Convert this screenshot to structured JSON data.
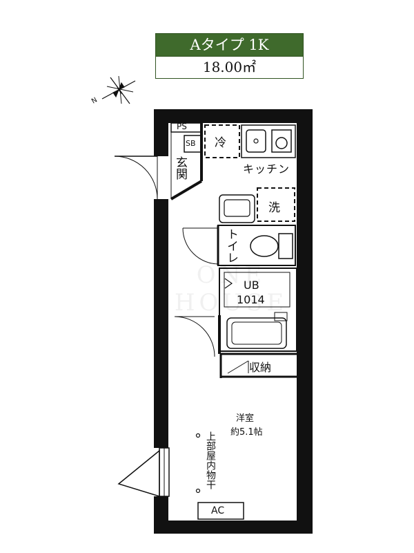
{
  "header": {
    "type_label": "Aタイプ 1K",
    "area": "18.00㎡"
  },
  "compass": {
    "north_label": "N"
  },
  "labels": {
    "ps": "PS",
    "sb": "SB",
    "refrigerator": "冷",
    "kitchen": "キッチン",
    "entrance": "玄関",
    "washer": "洗",
    "toilet": "トイレ",
    "ub_line1": "UB",
    "ub_line2": "1014",
    "storage": "収納",
    "room_name": "洋室",
    "room_size": "約5.1帖",
    "drying": "上部屋内物干",
    "ac": "AC"
  },
  "watermark": "ONE HOUSE",
  "colors": {
    "header_bg": "#3f6a2c",
    "wall": "#111111"
  }
}
